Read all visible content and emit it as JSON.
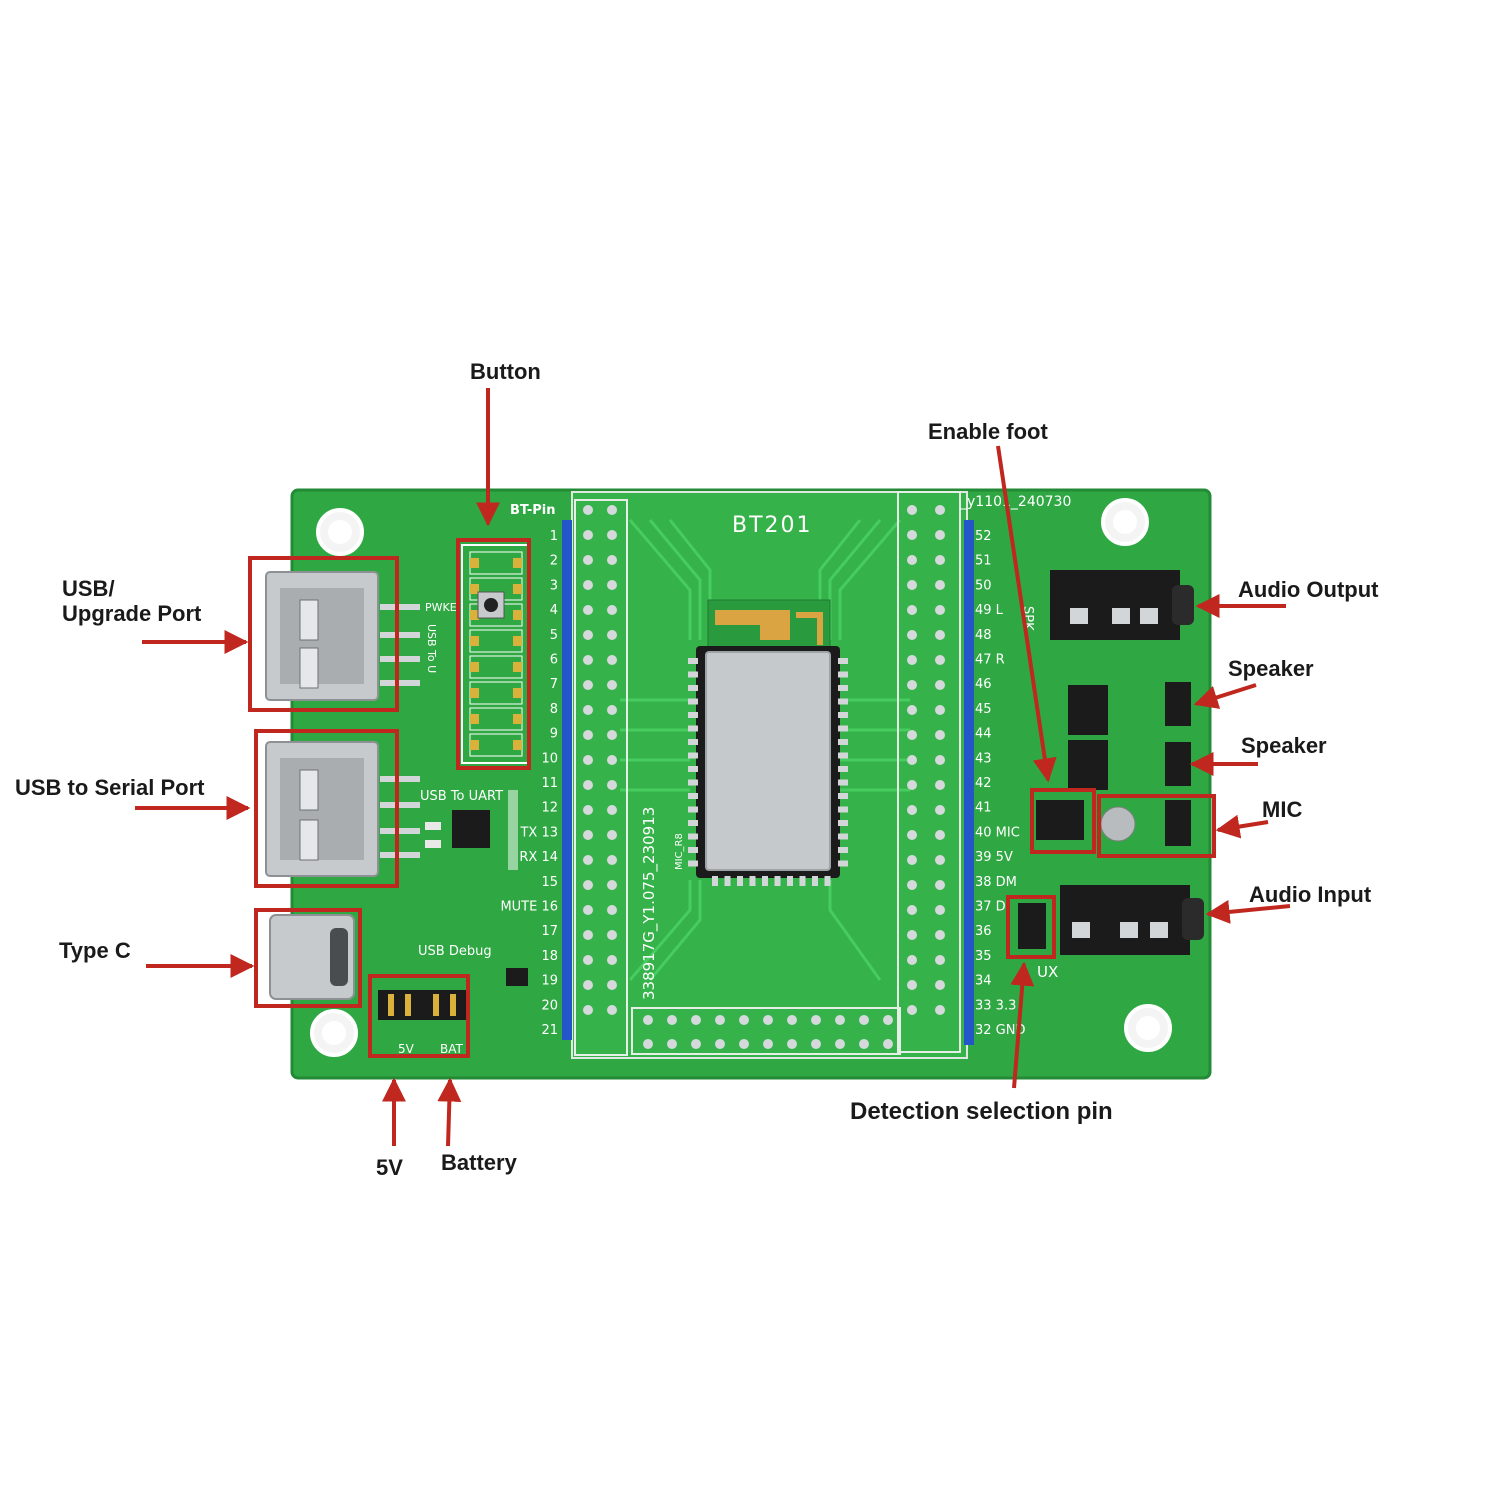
{
  "colors": {
    "pcb": "#2fa843",
    "pcb_dark": "#1f8a34",
    "trace": "#3bbf52",
    "silkscreen": "#ffffff",
    "annotation": "#c0271f",
    "metal": "#bfc3c6",
    "header": "#1c1c1c"
  },
  "callouts": {
    "button": "Button",
    "enable_foot": "Enable foot",
    "usb_upgrade_line1": "USB/",
    "usb_upgrade_line2": "Upgrade Port",
    "audio_output": "Audio Output",
    "speaker_1": "Speaker",
    "speaker_2": "Speaker",
    "usb_serial": "USB to Serial Port",
    "mic": "MIC",
    "audio_input": "Audio Input",
    "type_c": "Type C",
    "detection_pin": "Detection selection pin",
    "five_v": "5V",
    "battery": "Battery"
  },
  "board": {
    "module_label": "BT201",
    "part_number": "338917G_Y1.075_230913",
    "mic_rev": "MIC_R8",
    "version_label": "_y1101_240730",
    "bt_pin_label": "BT-Pin",
    "pwkey_label": "PWKE",
    "usb_to_u_label": "USB To U",
    "usb_to_uart_label": "USB To UART",
    "usb_debug_label": "USB Debug",
    "spk_label": "SPK",
    "aux_label": "UX",
    "header_5v_label": "5V",
    "header_bat_label": "BAT",
    "left_pins": [
      "1",
      "2",
      "3",
      "4",
      "5",
      "6",
      "7",
      "8",
      "9",
      "10",
      "11",
      "12",
      "TX 13",
      "RX 14",
      "15",
      "MUTE 16",
      "17",
      "18",
      "19",
      "20",
      "21"
    ],
    "right_pins": [
      "52",
      "51",
      "50",
      "49 L",
      "48",
      "47 R",
      "46",
      "45",
      "44",
      "43",
      "42",
      "41",
      "40 MIC",
      "39 5V",
      "38 DM",
      "37 D",
      "36",
      "35",
      "34",
      "33 3.3",
      "32 GND"
    ]
  }
}
